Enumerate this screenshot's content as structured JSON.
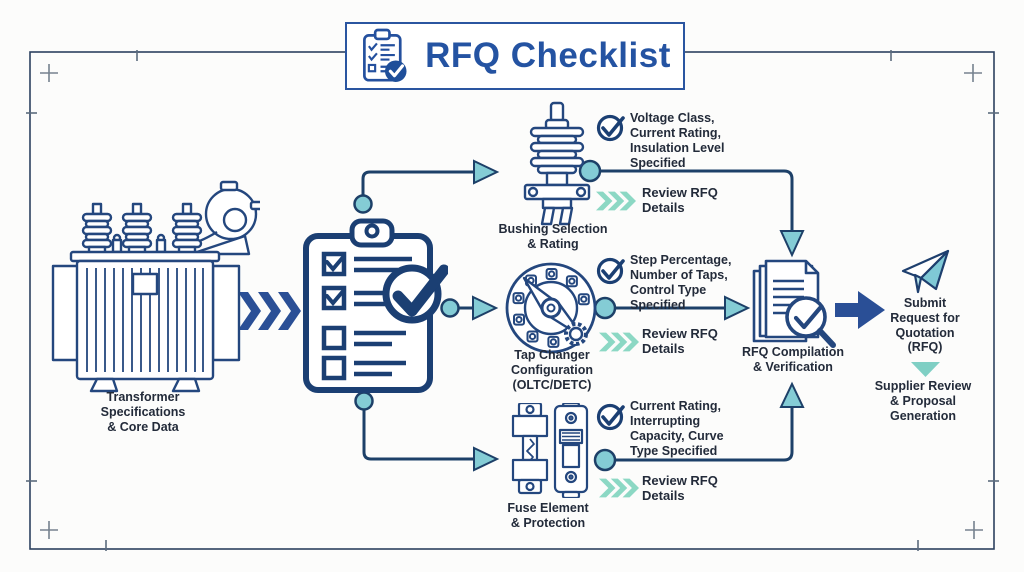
{
  "title": {
    "text": "RFQ Checklist"
  },
  "source": {
    "label": "Transformer\nSpecifications\n& Core Data"
  },
  "branches": [
    {
      "node": "Bushing Selection\n& Rating",
      "spec": "Voltage Class,\nCurrent Rating,\nInsulation Level\nSpecified",
      "review": "Review RFQ\nDetails"
    },
    {
      "node": "Tap Changer\nConfiguration\n(OLTC/DETC)",
      "spec": "Step Percentage,\nNumber of Taps,\nControl Type\nSpecified",
      "review": "Review RFQ\nDetails"
    },
    {
      "node": "Fuse Element\n& Protection",
      "spec": "Current Rating,\nInterrupting\nCapacity, Curve\nType Specified",
      "review": "Review RFQ\nDetails"
    }
  ],
  "compilation": {
    "label": "RFQ Compilation\n& Verification"
  },
  "submission": {
    "label": "Submit\nRequest for\nQuotation\n(RFQ)"
  },
  "supplier": {
    "label": "Supplier Review\n& Proposal\nGeneration"
  },
  "icons": {
    "title": "clipboard-check-icon",
    "source": "transformer-icon",
    "checklist": "checklist-clipboard-icon",
    "branch_nodes": [
      "bushing-icon",
      "tap-changer-dial-icon",
      "fuse-breaker-icon"
    ],
    "spec_marker": "check-circle-icon",
    "review_marker": "triple-chevron-icon",
    "compilation": "documents-magnifier-check-icon",
    "submission": "paper-plane-icon"
  },
  "colors": {
    "navy_outline": "#1e3f6e",
    "title_blue": "#2453a2",
    "arrow_blue": "#2a4f96",
    "teal_fill": "#84ccd5",
    "mint_chevron": "#8cd8c4",
    "text_dark": "#232b3a"
  }
}
